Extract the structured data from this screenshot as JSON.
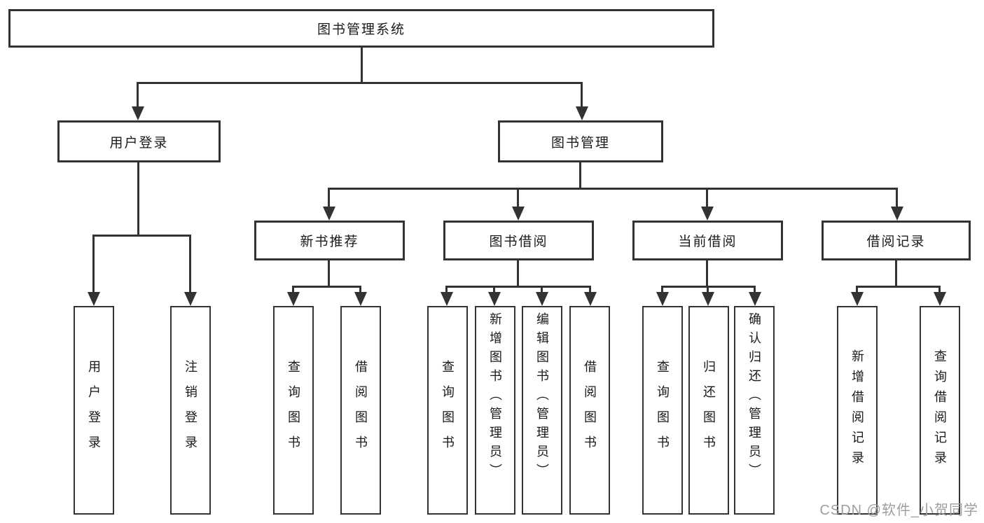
{
  "nodes": {
    "root": "图书管理系统",
    "login_branch": "用户登录",
    "mgmt_branch": "图书管理",
    "login_leaf": "用户登录",
    "logout_leaf": "注销登录",
    "new_book": "新书推荐",
    "borrow": "图书借阅",
    "current": "当前借阅",
    "record": "借阅记录",
    "nb_query": "查询图书",
    "nb_borrow": "借阅图书",
    "bw_query": "查询图书",
    "bw_add": "新增图书（管理员）",
    "bw_edit": "编辑图书（管理员）",
    "bw_borrow": "借阅图书",
    "cur_query": "查询图书",
    "cur_return": "归还图书",
    "cur_confirm": "确认归还（管理员）",
    "rec_add": "新增借阅记录",
    "rec_query": "查询借阅记录"
  },
  "watermark": "CSDN @软件_小贺同学",
  "colors": {
    "line": "#333333",
    "box_border": "#333333",
    "text": "#1a1a1a",
    "watermark": "#9e9e9e",
    "background": "#ffffff"
  }
}
